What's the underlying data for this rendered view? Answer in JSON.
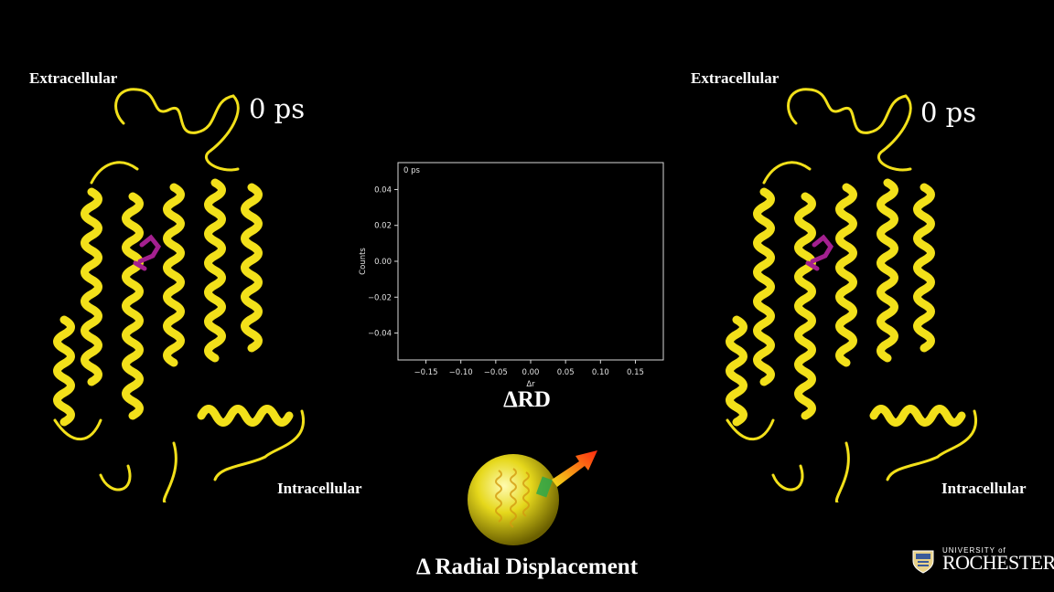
{
  "left_panel": {
    "extracellular_label": "Extracellular",
    "intracellular_label": "Intracellular",
    "time_label": "0 ps"
  },
  "right_panel": {
    "extracellular_label": "Extracellular",
    "intracellular_label": "Intracellular",
    "time_label": "0 ps"
  },
  "chart_data": {
    "type": "bar",
    "annotation": "0 ps",
    "xlabel": "Δr",
    "ylabel": "Counts",
    "xlim": [
      -0.19,
      0.19
    ],
    "ylim": [
      -0.055,
      0.055
    ],
    "x_ticks": [
      "−0.15",
      "−0.10",
      "−0.05",
      "0.00",
      "0.05",
      "0.10",
      "0.15"
    ],
    "x_tick_values": [
      -0.15,
      -0.1,
      -0.05,
      0.0,
      0.05,
      0.1,
      0.15
    ],
    "y_ticks": [
      "0.04",
      "0.02",
      "0.00",
      "−0.02",
      "−0.04"
    ],
    "y_tick_values": [
      0.04,
      0.02,
      0.0,
      -0.02,
      -0.04
    ],
    "values": []
  },
  "chart_title": "ΔRD",
  "caption": "Δ Radial Displacement",
  "logo": {
    "top_text": "UNIVERSITY of",
    "main_text": "ROCHESTER"
  },
  "colors": {
    "protein": "#f2e01a",
    "ligand": "#a4208f",
    "arrow": "#ff3a1a"
  }
}
